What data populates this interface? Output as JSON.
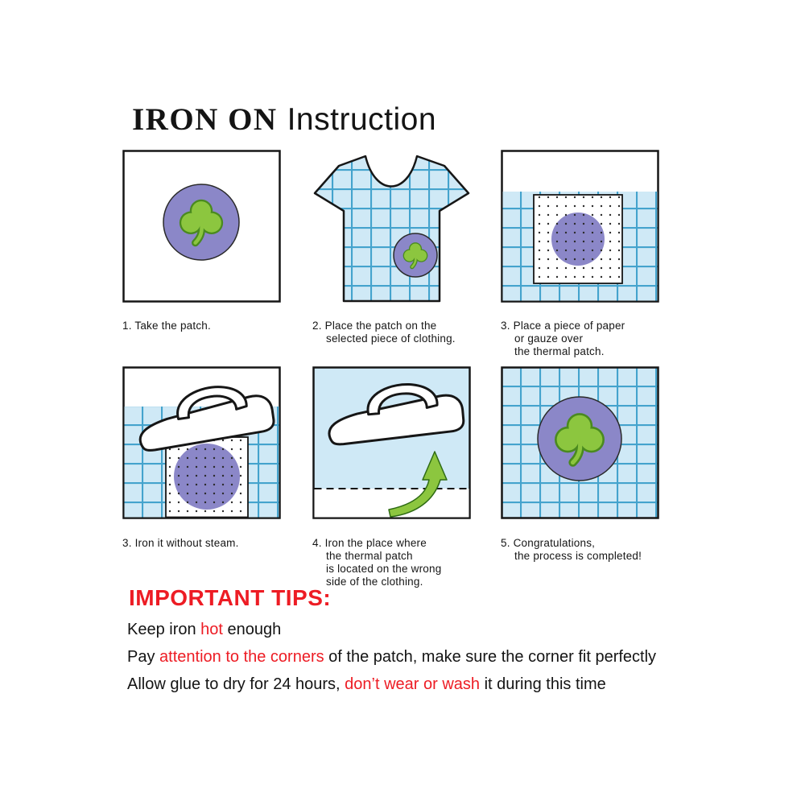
{
  "title": {
    "part1": "IRON ON",
    "part2": "Instruction"
  },
  "panels": [
    {
      "illustration": "clover-patch-in-box",
      "caption": "1. Take the patch."
    },
    {
      "illustration": "tshirt-with-patch",
      "caption": "2. Place the patch on the\nselected piece of clothing."
    },
    {
      "illustration": "paper-over-thermal-patch",
      "caption": "3. Place a piece of paper\nor gauze over\nthe thermal patch."
    },
    {
      "illustration": "iron-over-paper",
      "caption": "3. Iron it without steam."
    },
    {
      "illustration": "iron-wrong-side-with-arrow",
      "caption": "4. Iron the place where\nthe thermal patch\nis located on the wrong\nside of the clothing."
    },
    {
      "illustration": "patch-applied-on-fabric",
      "caption": "5. Congratulations,\nthe process is completed!"
    }
  ],
  "tips": {
    "heading": "IMPORTANT TIPS:",
    "lines": [
      {
        "pre": "Keep iron ",
        "highlight": "hot",
        "post": " enough"
      },
      {
        "pre": "Pay ",
        "highlight": "attention to the corners",
        "post": " of the patch, make sure the corner fit perfectly"
      },
      {
        "pre": "Allow glue to dry for 24 hours, ",
        "highlight": "don’t wear or wash",
        "post": " it during this time"
      }
    ]
  },
  "colors": {
    "highlight_red": "#ed1c24",
    "fabric_blue": "#cfe9f6",
    "fabric_grid_blue": "#44a3cd",
    "patch_purple": "#8b87c8",
    "clover_green": "#8cc63f",
    "outline_black": "#161616"
  }
}
